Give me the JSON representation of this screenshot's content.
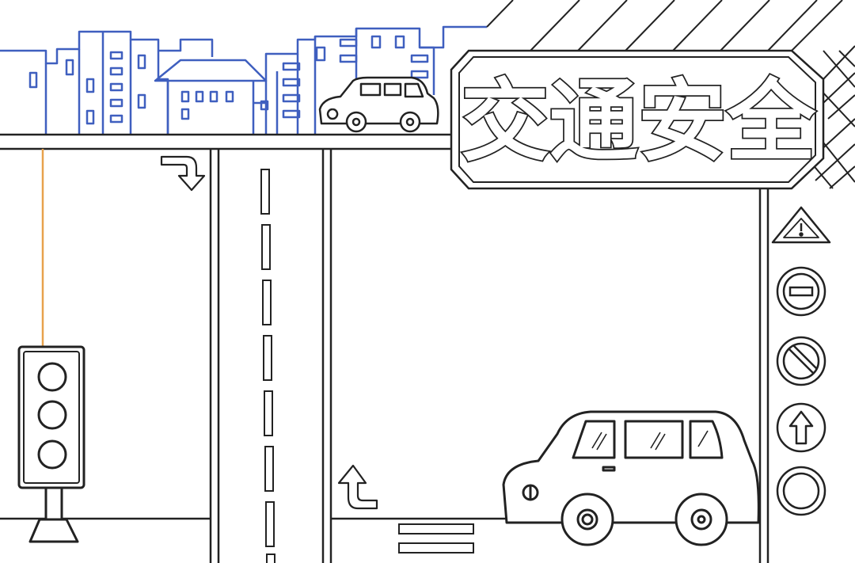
{
  "poster": {
    "title": "交通安全"
  },
  "colors": {
    "ink": "#222222",
    "skyline": "#3f5fbf",
    "pole": "#e8a24c",
    "paper": "#ffffff"
  },
  "traffic_light": {
    "lamps": [
      "off",
      "off",
      "off"
    ]
  },
  "signs": [
    {
      "icon": "warning-triangle-icon"
    },
    {
      "icon": "no-entry-icon"
    },
    {
      "icon": "no-parking-icon"
    },
    {
      "icon": "straight-ahead-arrow-icon"
    },
    {
      "icon": "blank-circle-sign-icon"
    }
  ],
  "road_markings": {
    "left_lane_arrow": "turn-right-arrow-icon",
    "right_lane_arrow": "turn-left-arrow-icon"
  }
}
